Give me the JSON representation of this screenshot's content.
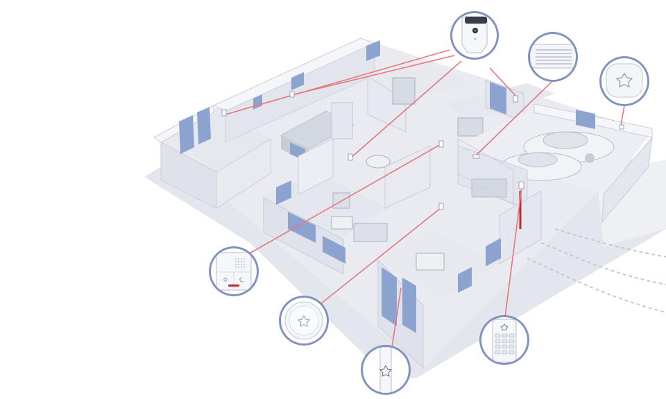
{
  "palette": {
    "badge_ring": "#7f93bd",
    "badge_fill": "#ffffff",
    "connector": "#e5777d",
    "wall_top": "#f4f5f8",
    "wall_side": "#d9dce4",
    "floor": "#eceef3",
    "window": "#8da3cf",
    "ground_shadow": "#dfe2e8",
    "accent_red": "#c0282f"
  },
  "devices": [
    {
      "id": "camera",
      "icon": "indoor-camera-icon"
    },
    {
      "id": "siren",
      "icon": "indoor-siren-icon"
    },
    {
      "id": "smoke",
      "icon": "smoke-detector-icon"
    },
    {
      "id": "control-panel",
      "icon": "control-panel-icon"
    },
    {
      "id": "motion",
      "icon": "round-motion-sensor-icon"
    },
    {
      "id": "door-contact",
      "icon": "door-contact-sensor-icon"
    },
    {
      "id": "keypad",
      "icon": "keypad-icon"
    }
  ]
}
